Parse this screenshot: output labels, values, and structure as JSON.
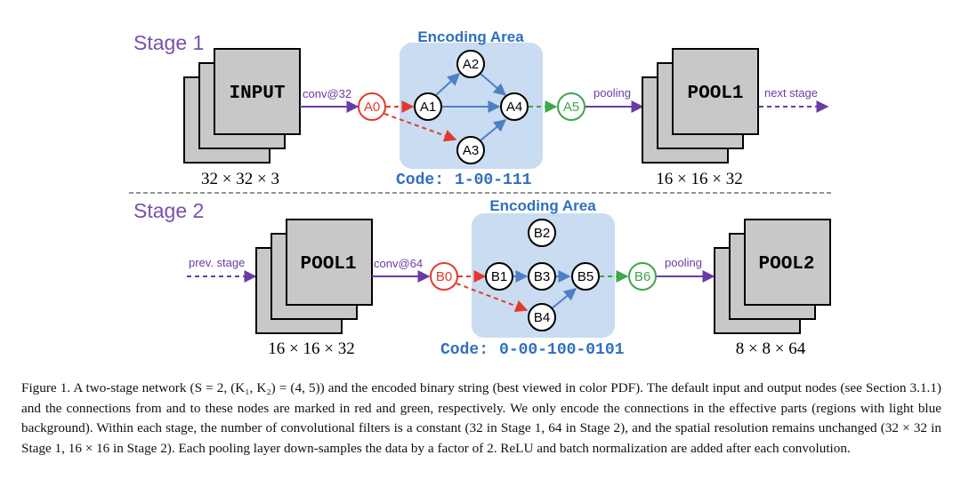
{
  "figure": {
    "stage1": {
      "title": "Stage 1",
      "area_title": "Encoding Area",
      "input_label": "INPUT",
      "input_dims": "32 × 32 × 3",
      "conv_label": "conv@32",
      "pool_label": "POOL1",
      "pool_dims": "16 × 16 × 32",
      "pooling_label": "pooling",
      "next_label": "next stage",
      "code_prefix": "Code:",
      "code_value": "1-00-111",
      "nodes": {
        "a0": "A0",
        "a1": "A1",
        "a2": "A2",
        "a3": "A3",
        "a4": "A4",
        "a5": "A5"
      }
    },
    "stage2": {
      "title": "Stage 2",
      "area_title": "Encoding Area",
      "input_label": "POOL1",
      "input_dims": "16 × 16 × 32",
      "prev_label": "prev. stage",
      "conv_label": "conv@64",
      "pool_label": "POOL2",
      "pool_dims": "8 × 8 × 64",
      "pooling_label": "pooling",
      "code_prefix": "Code:",
      "code_value": "0-00-100-0101",
      "nodes": {
        "b0": "B0",
        "b1": "B1",
        "b2": "B2",
        "b3": "B3",
        "b4": "B4",
        "b5": "B5",
        "b6": "B6"
      }
    },
    "colors": {
      "stage_title": "#7a4fb0",
      "encoding_area_fill": "#c9dcf1",
      "code_text": "#2f6fbf",
      "default_input": "#e23a2a",
      "default_output": "#3aa84a",
      "edge": "#4f7fc4",
      "block_gray": "#c8c8c8"
    }
  },
  "caption": "Figure 1.  A two-stage network (S = 2, (K₁, K₂) = (4, 5)) and the encoded binary string (best viewed in color PDF). The default input and output nodes (see Section 3.1.1) and the connections from and to these nodes are marked in red and green, respectively.  We only encode the connections in the effective parts (regions with light blue background). Within each stage, the number of convolutional filters is a constant (32 in Stage 1, 64 in Stage 2), and the spatial resolution remains unchanged (32 × 32 in Stage 1, 16 × 16 in Stage 2). Each pooling layer down-samples the data by a factor of 2. ReLU and batch normalization are added after each convolution."
}
